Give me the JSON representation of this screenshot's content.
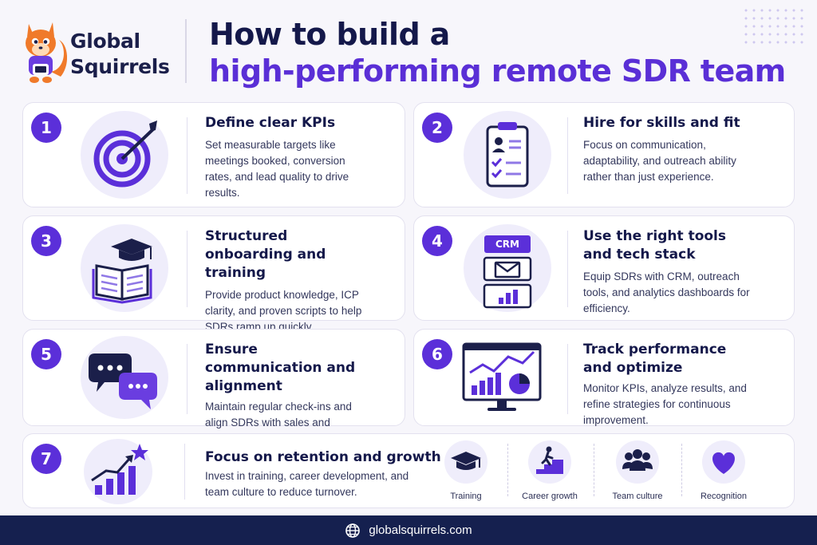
{
  "brand": {
    "line1": "Global",
    "line2": "Squirrels"
  },
  "title": {
    "line1": "How to build a",
    "line2": "high-performing remote SDR team"
  },
  "steps": [
    {
      "number": "1",
      "title": "Define clear KPIs",
      "description": "Set measurable targets like meetings booked, conversion rates, and lead quality to drive results.",
      "icon": "target-icon"
    },
    {
      "number": "2",
      "title": "Hire for skills and fit",
      "description": "Focus on communication, adaptability, and outreach ability rather than just experience.",
      "icon": "clipboard-icon"
    },
    {
      "number": "3",
      "title": "Structured onboarding and training",
      "description": "Provide product knowledge, ICP clarity, and proven scripts to help SDRs ramp up quickly.",
      "icon": "book-graduation-icon"
    },
    {
      "number": "4",
      "title": "Use the right tools and tech stack",
      "description": "Equip SDRs with CRM, outreach tools, and analytics dashboards for efficiency.",
      "icon": "crm-stack-icon",
      "icon_label": "CRM"
    },
    {
      "number": "5",
      "title": "Ensure communication and alignment",
      "description": "Maintain regular check-ins and align SDRs with sales and marketing teams.",
      "icon": "chat-bubbles-icon"
    },
    {
      "number": "6",
      "title": "Track performance and optimize",
      "description": "Monitor KPIs, analyze results, and refine strategies for continuous improvement.",
      "icon": "dashboard-monitor-icon"
    },
    {
      "number": "7",
      "title": "Focus on retention and growth",
      "description": "Invest in training, career development, and team culture to reduce turnover.",
      "icon": "growth-chart-star-icon"
    }
  ],
  "retention_items": [
    {
      "label": "Training",
      "icon": "graduation-cap-icon"
    },
    {
      "label": "Career growth",
      "icon": "climbing-stairs-icon"
    },
    {
      "label": "Team culture",
      "icon": "team-people-icon"
    },
    {
      "label": "Recognition",
      "icon": "heart-icon"
    }
  ],
  "footer": {
    "url": "globalsquirrels.com",
    "icon": "globe-icon"
  },
  "colors": {
    "accent": "#5b2fd9",
    "navy": "#15204f",
    "icon_bg": "#efedfb",
    "title_purple": "#5a2fd6",
    "squirrel_orange": "#f07a2a"
  }
}
